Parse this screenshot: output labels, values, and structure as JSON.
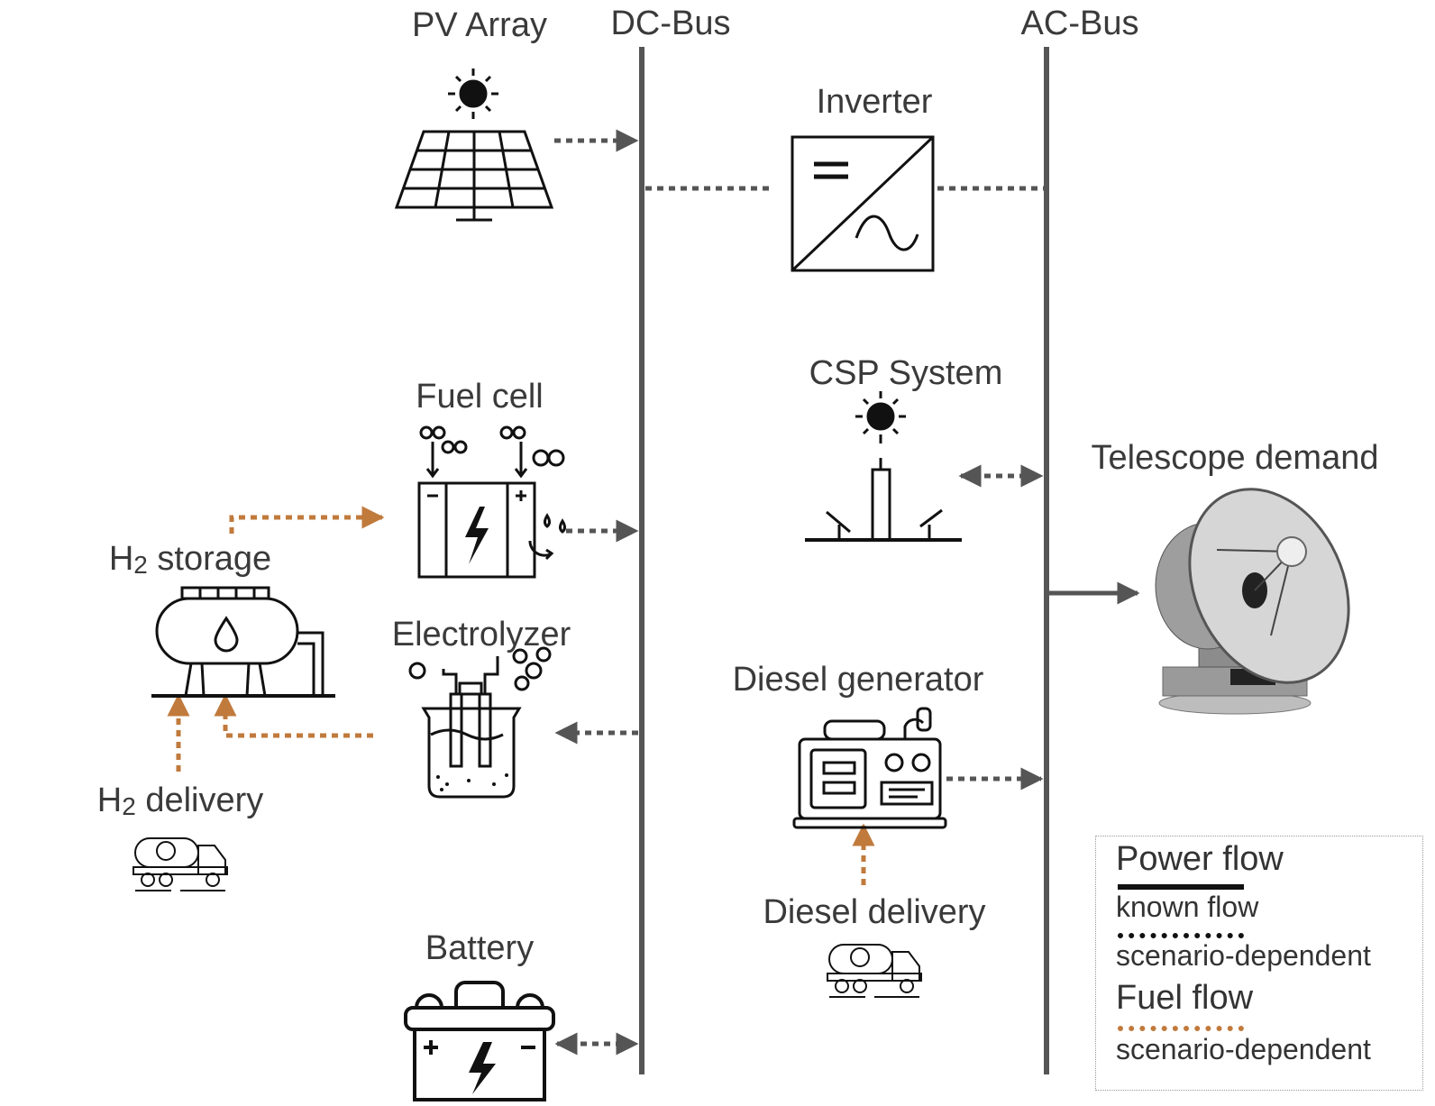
{
  "labels": {
    "pv_array": "PV Array",
    "dc_bus": "DC-Bus",
    "ac_bus": "AC-Bus",
    "inverter": "Inverter",
    "inverter_dc_symbol": "=",
    "csp_system": "CSP System",
    "telescope_demand": "Telescope demand",
    "fuel_cell": "Fuel cell",
    "h2_storage_h": "H",
    "h2_storage_sub": "2",
    "h2_storage_rest": " storage",
    "electrolyzer": "Electrolyzer",
    "diesel_generator": "Diesel generator",
    "h2_delivery_h": "H",
    "h2_delivery_sub": "2",
    "h2_delivery_rest": " delivery",
    "diesel_delivery": "Diesel delivery",
    "battery": "Battery"
  },
  "legend": {
    "power_flow": "Power flow",
    "known_flow": "known flow",
    "scenario_dependent_power": "scenario-dependent",
    "fuel_flow": "Fuel flow",
    "scenario_dependent_fuel": "scenario-dependent"
  },
  "colors": {
    "power": "#555555",
    "fuel": "#c07a3c",
    "icon": "#111111"
  },
  "icons": [
    "solar-panel-icon",
    "sun-icon",
    "inverter-icon",
    "csp-tower-icon",
    "telescope-icon",
    "fuel-cell-icon",
    "h2-tank-icon",
    "electrolyzer-icon",
    "diesel-generator-icon",
    "tanker-truck-icon",
    "battery-icon"
  ]
}
